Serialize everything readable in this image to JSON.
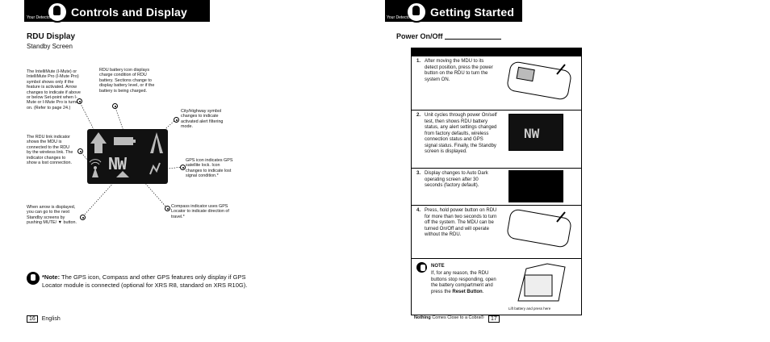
{
  "left": {
    "tag": "Your Detector",
    "title": "Controls and Display",
    "section": "RDU Display",
    "subsection": "Standby Screen",
    "annotations": {
      "imute": "The IntelliMute (I-Mute) or IntelliMute Pro (I-Mute Pro) symbol shows only if the feature is activated. Arrow changes to indicate if above or below Set-point when I-Mute or I-Mute Pro is turned on. (Refer to page 24.)",
      "battery": "RDU battery icon displays charge condition of RDU battery. Sections change to display battery level, or if the battery is being charged.",
      "city": "City/Highway symbol changes to indicate activated alert filtering mode.",
      "link": "The RDU link indicator shows the MDU is connected to the RDU by the wireless link. The indicator changes to show a lost connection.",
      "gps": "GPS icon indicates GPS satellite lock. Icon changes to indicate lost signal condition.*",
      "arrow": "When arrow is displayed, you can go to the next Standby screens by pushing MUTE/ ▼ button.",
      "compass": "Compass indicator uses GPS Locator to indicate direction of travel.*"
    },
    "display": {
      "compass": "NW"
    },
    "note_label": "*Note:",
    "note_text": "The GPS icon, Compass and other GPS features only display if GPS Locator module is connected (optional for XRS R8, standard on XRS R10G).",
    "page_number": "16",
    "page_lang": "English"
  },
  "right": {
    "tag": "Your Detector",
    "title": "Getting Started",
    "section": "Power On/Off",
    "steps": [
      {
        "num": "1.",
        "text": "After moving the MDU to its detect position, press the power button on the RDU to turn the system ON."
      },
      {
        "num": "2.",
        "text": "Unit cycles through power On/self test, then shows RDU battery status, any alert settings changed from factory defaults, wireless connection status and GPS signal status. Finally, the Standby screen is displayed."
      },
      {
        "num": "3.",
        "text": "Display changes to Auto Dark operating screen after 30 seconds (factory default)."
      },
      {
        "num": "4.",
        "text": "Press, hold power button on RDU for more than two seconds to turn off the system. The MDU can be turned On/Off and will operate without the RDU."
      }
    ],
    "note_label": "NOTE",
    "note_text": "If, for any reason, the RDU buttons stop responding, open the battery compartment and press the",
    "note_bold": "Reset Button",
    "caption": "Lift battery and press here",
    "footer_bold": "Nothing",
    "footer_rest": "Comes Close to a Cobra®",
    "page_number": "17",
    "display_compass": "NW"
  }
}
